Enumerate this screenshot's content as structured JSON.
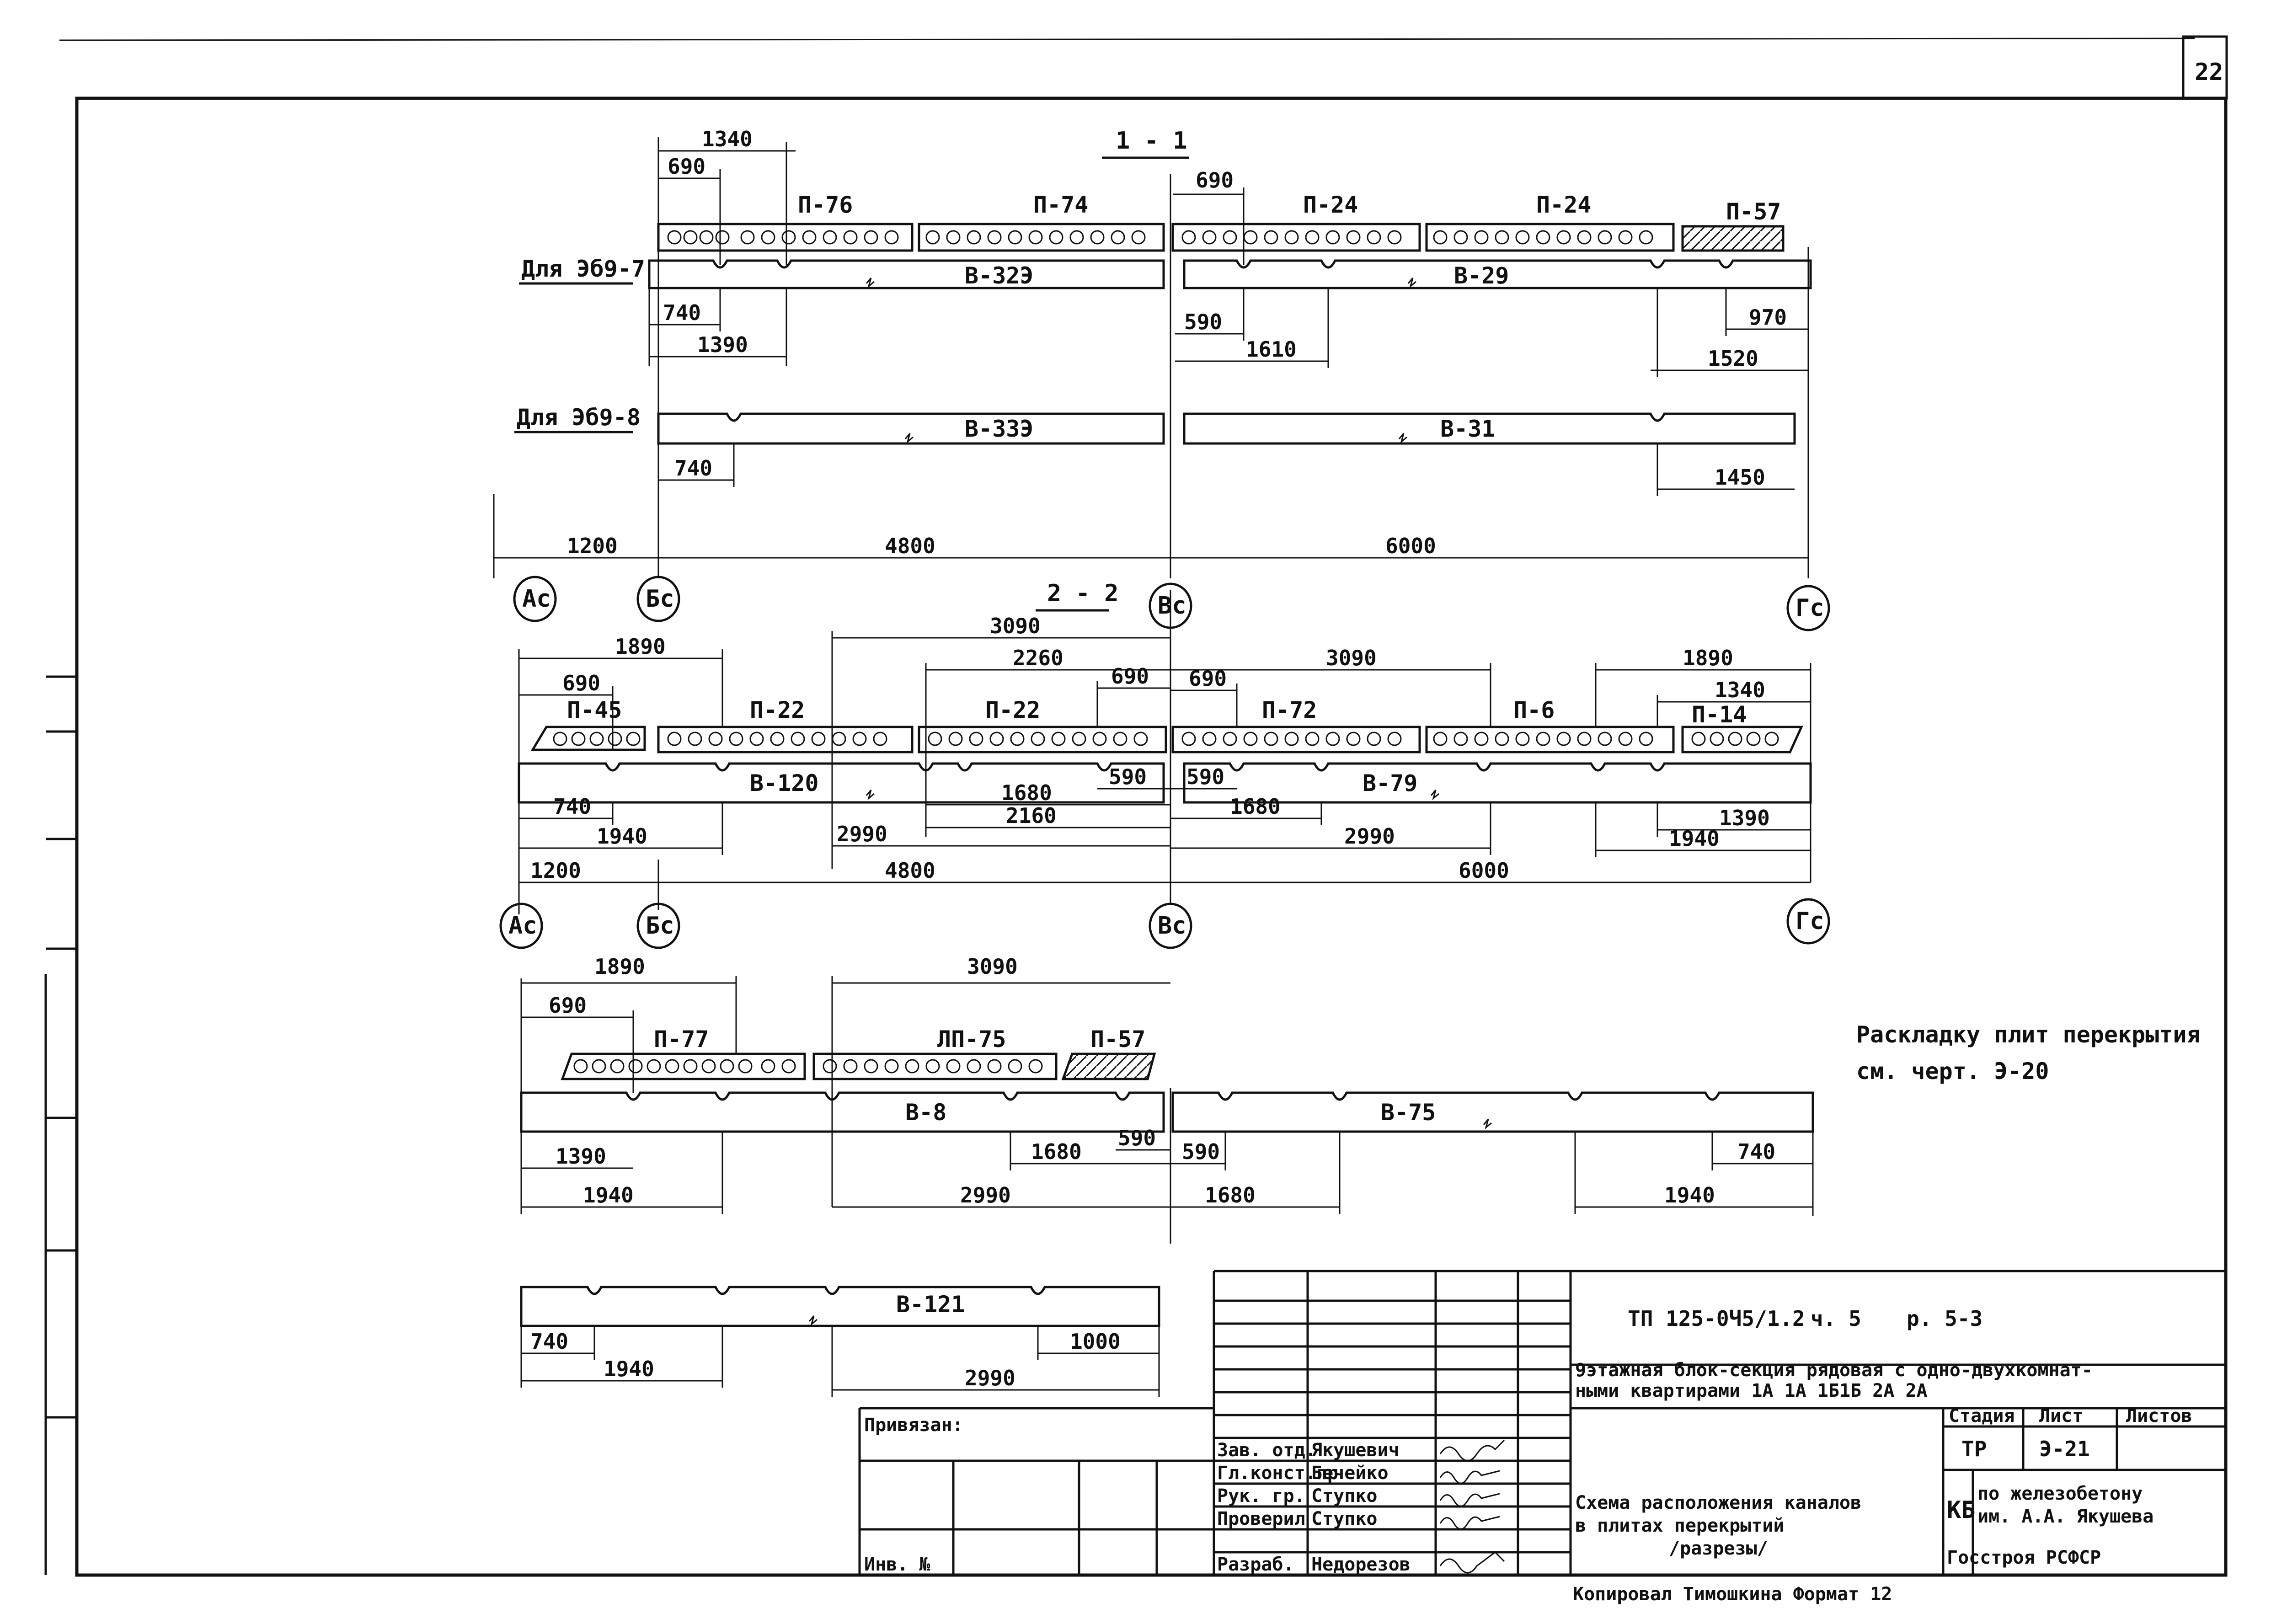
{
  "page_number": "22",
  "note": {
    "line1": "Раскладку плит перекрытия",
    "line2": "см. черт. Э-20"
  },
  "section_1_1": {
    "title": "1 - 1",
    "beam_row_a_label": "Для Эб9-7",
    "beam_row_b_label": "Для Эб9-8",
    "slabs": [
      "П-76",
      "П-74",
      "П-24",
      "П-24",
      "П-57"
    ],
    "beams_a": [
      "В-32Э",
      "В-29"
    ],
    "beams_b": [
      "В-33Э",
      "В-31"
    ],
    "dims_top": [
      "1340",
      "690",
      "690"
    ],
    "dims_a": [
      "740",
      "1390",
      "590",
      "1610",
      "970",
      "1520"
    ],
    "dims_b": [
      "740",
      "1450"
    ],
    "axis_dims": [
      "1200",
      "4800",
      "6000"
    ],
    "axes": [
      "Ас",
      "Бс",
      "Вс",
      "Гс"
    ]
  },
  "section_2_2": {
    "title": "2 - 2",
    "slabs": [
      "П-45",
      "П-22",
      "П-22",
      "П-72",
      "П-6",
      "П-14"
    ],
    "beams": [
      "В-120",
      "В-79"
    ],
    "dims_top": [
      "1890",
      "3090",
      "2260",
      "690",
      "690",
      "690",
      "3090",
      "1890",
      "1340"
    ],
    "dims_bottom": [
      "740",
      "1940",
      "1680",
      "590",
      "2990",
      "2160",
      "590",
      "1680",
      "2990",
      "1390",
      "1940"
    ],
    "axis_dims": [
      "1200",
      "4800",
      "6000"
    ],
    "axes": [
      "Ас",
      "Бс",
      "Вс",
      "Гс"
    ]
  },
  "section_3": {
    "slabs": [
      "П-77",
      "ЛП-75",
      "П-57"
    ],
    "beams": [
      "В-8",
      "В-75"
    ],
    "dims_top": [
      "1890",
      "3090",
      "690"
    ],
    "dims_bottom": [
      "1390",
      "1940",
      "1680",
      "590",
      "2990",
      "590",
      "1680",
      "740",
      "1940"
    ]
  },
  "section_4": {
    "beams": [
      "В-121"
    ],
    "dims": [
      "740",
      "1940",
      "1000",
      "2990"
    ]
  },
  "title_block": {
    "doc_code": "ТП 125-0Ч5/1.2",
    "part": "ч. 5",
    "sheet_ref": "р. 5-3",
    "project_line1": "9этажная блок-секция рядовая с одно-двухкомнат-",
    "project_line2": "ными квартирами 1А 1А 1Б1Б 2А 2А",
    "stage_header": "Стадия",
    "sheet_header": "Лист",
    "sheets_header": "Листов",
    "stage": "ТР",
    "sheet": "Э-21",
    "sheets": "",
    "drawing_title_1": "Схема расположения каналов",
    "drawing_title_2": "в плитах перекрытий",
    "drawing_title_3": "/разрезы/",
    "org_mark": "КБ",
    "org_line1": "по железобетону",
    "org_line2": "им. А.А. Якушева",
    "org_line3": "Госстроя РСФСР",
    "bound": "Привязан:",
    "inv": "Инв. №",
    "roles": [
      "Зав. отд.",
      "Гл.конст.пр",
      "Рук. гр.",
      "Проверил",
      "Разраб."
    ],
    "names": [
      "Якушевич",
      "Бечейко",
      "Ступко",
      "Ступко",
      "Недорезов"
    ],
    "footer": "Копировал Тимошкина        Формат 12"
  }
}
